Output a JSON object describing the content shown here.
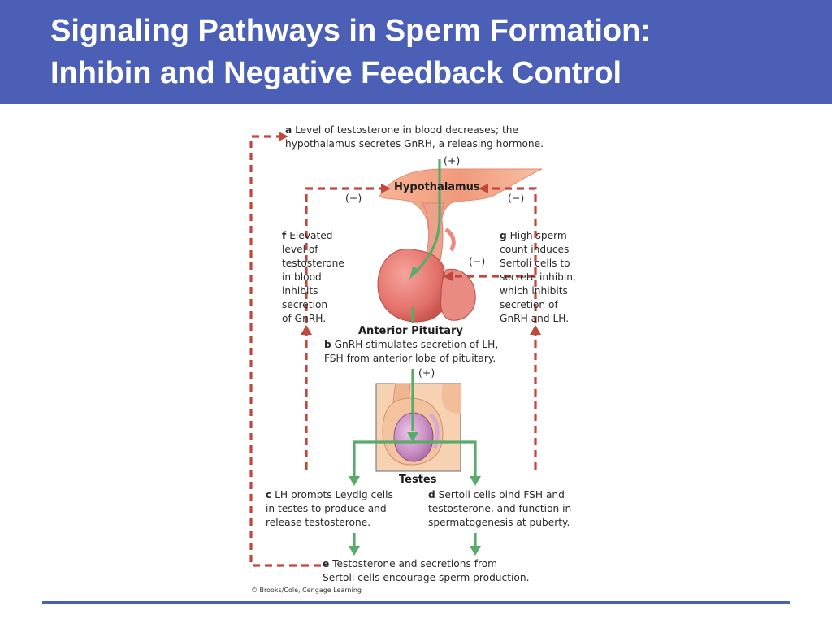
{
  "slide": {
    "title_line_1": "Signaling Pathways in Sperm Formation:",
    "title_line_2": "Inhibin and Negative Feedback Control"
  },
  "figure": {
    "a": {
      "letter": "a",
      "line1": "Level of testosterone in blood decreases; the",
      "line2": "hypothalamus secretes GnRH, a releasing hormone."
    },
    "b": {
      "letter": "b",
      "line1": "GnRH stimulates secretion of LH,",
      "line2": "FSH from anterior lobe of pituitary."
    },
    "c": {
      "letter": "c",
      "line1": "LH prompts Leydig cells",
      "line2": "in testes to produce and",
      "line3": "release testosterone."
    },
    "d": {
      "letter": "d",
      "line1": "Sertoli cells bind FSH and",
      "line2": "testosterone, and function in",
      "line3": "spermatogenesis at puberty."
    },
    "e": {
      "letter": "e",
      "line1": "Testosterone and secretions from",
      "line2": "Sertoli cells encourage sperm production."
    },
    "f": {
      "letter": "f",
      "line1": "Elevated",
      "line2": "level of",
      "line3": "testosterone",
      "line4": "in blood",
      "line5": "inhibits",
      "line6": "secretion",
      "line7": "of GnRH."
    },
    "g": {
      "letter": "g",
      "line1": "High sperm",
      "line2": "count induces",
      "line3": "Sertoli cells to",
      "line4": "secrete inhibin,",
      "line5": "which inhibits",
      "line6": "secretion of",
      "line7": "GnRH and LH."
    },
    "labels": {
      "hypothalamus": "Hypothalamus",
      "anterior_pituitary": "Anterior Pituitary",
      "testes": "Testes"
    },
    "signs": {
      "plus": "(+)",
      "minus": "(−)"
    },
    "credit": "© Brooks/Cole, Cengage Learning"
  },
  "colors": {
    "title_bar": "#4a5fb5",
    "stimulatory_arrow": "#5aab6b",
    "inhibitory_arrow": "#c2473c",
    "gland": "#e4716b"
  }
}
